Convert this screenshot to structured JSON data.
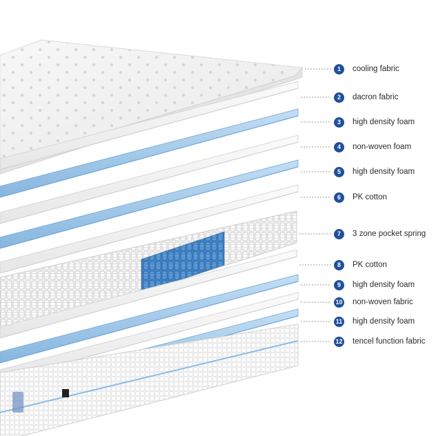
{
  "layers": [
    {
      "number": "1",
      "label": "cooling fabric",
      "kind": "quilt"
    },
    {
      "number": "2",
      "label": "dacron fabric",
      "kind": "white"
    },
    {
      "number": "3",
      "label": "high density foam",
      "kind": "blue"
    },
    {
      "number": "4",
      "label": "non-woven foam",
      "kind": "white"
    },
    {
      "number": "5",
      "label": "high density foam",
      "kind": "blue"
    },
    {
      "number": "6",
      "label": "PK cotton",
      "kind": "white"
    },
    {
      "number": "7",
      "label": "3 zone pocket spring",
      "kind": "spring"
    },
    {
      "number": "8",
      "label": "PK cotton",
      "kind": "white"
    },
    {
      "number": "9",
      "label": "high density foam",
      "kind": "blue"
    },
    {
      "number": "10",
      "label": "non-woven fabric",
      "kind": "white"
    },
    {
      "number": "11",
      "label": "high density foam",
      "kind": "blue"
    },
    {
      "number": "12",
      "label": "tencel function fabric",
      "kind": "base"
    }
  ],
  "colors": {
    "badge": "#1f4f9c",
    "blue_foam": "#a9cdec",
    "blue_foam_edge": "#7fb1dd",
    "white_layer": "#f3f3f3",
    "spring_zone": "#4f8fcf"
  }
}
